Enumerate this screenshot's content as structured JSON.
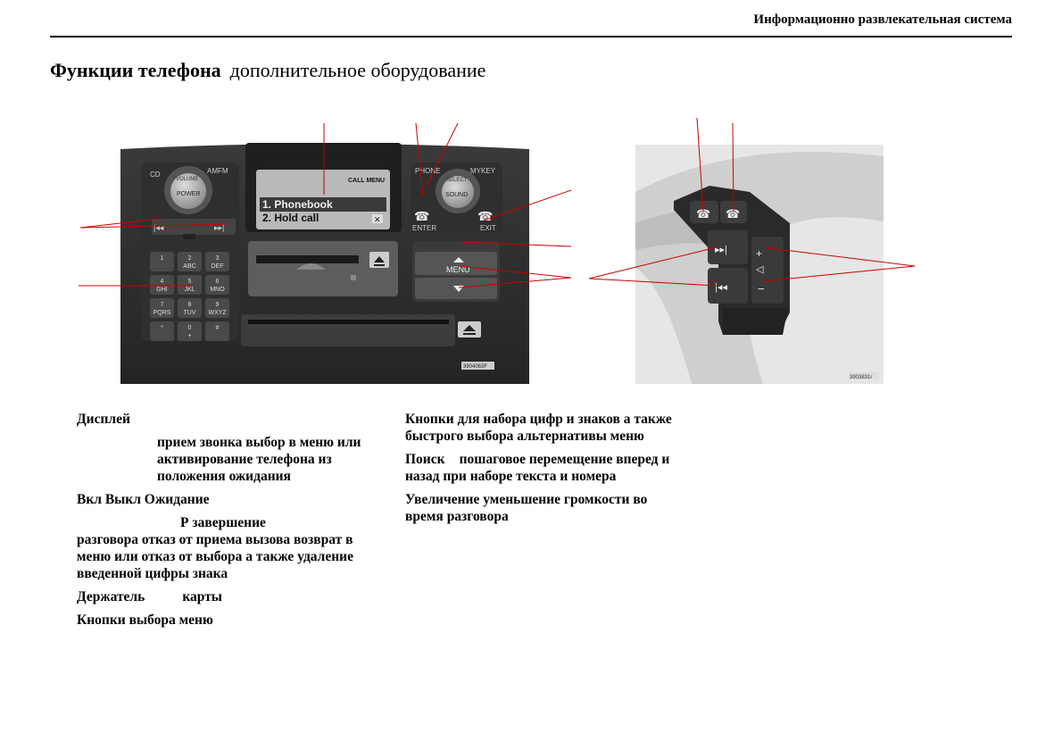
{
  "header": {
    "title": "Информационно развлекательная система"
  },
  "section": {
    "title_bold": "Функции телефона",
    "title_light": "дополнительное оборудование"
  },
  "panel": {
    "buttons": {
      "cd": "CD",
      "amfm": "AMFM",
      "power": "POWER",
      "vol": "VOLUME",
      "phone": "PHONE",
      "mykey": "MYKEY",
      "select": "SELECT",
      "sound": "SOUND",
      "enter": "ENTER",
      "exit": "EXIT",
      "menu": "MENU"
    },
    "display": {
      "header": "CALL MENU",
      "line1": "1. Phonebook",
      "line2": "2. Hold call"
    },
    "keypad": [
      {
        "d": "1",
        "l": ""
      },
      {
        "d": "2",
        "l": "ABC"
      },
      {
        "d": "3",
        "l": "DEF"
      },
      {
        "d": "4",
        "l": "GHI"
      },
      {
        "d": "5",
        "l": "JKL"
      },
      {
        "d": "6",
        "l": "MNO"
      },
      {
        "d": "7",
        "l": "PQRS"
      },
      {
        "d": "8",
        "l": "TUV"
      },
      {
        "d": "9",
        "l": "WXYZ"
      },
      {
        "d": "*",
        "l": ""
      },
      {
        "d": "0",
        "l": "+"
      },
      {
        "d": "#",
        "l": ""
      }
    ],
    "code": "3904063F"
  },
  "wheel": {
    "code": "3903831r"
  },
  "legend": {
    "col1": [
      {
        "label": "Дисплей"
      },
      {
        "label": "прием звонка  выбор в меню или активирование телефона из положения ожидания"
      },
      {
        "label": "Вкл Выкл Ожидание"
      },
      {
        "label": "Р завершение"
      },
      {
        "label": "разговора отказ от приема вызова возврат в меню или отказ от выбора  а также удаление введенной цифры знака"
      },
      {
        "label_a": "Держатель",
        "label_b": "карты"
      },
      {
        "label": "Кнопки выбора меню"
      }
    ],
    "col2": [
      {
        "label": "Кнопки для набора цифр и знаков  а также быстрого выбора альтернативы меню"
      },
      {
        "label_a": "Поиск",
        "label_b": "пошаговое перемещение вперед и назад при наборе текста и номера"
      },
      {
        "label": "Увеличение уменьшение громкости во время разговора"
      }
    ]
  }
}
